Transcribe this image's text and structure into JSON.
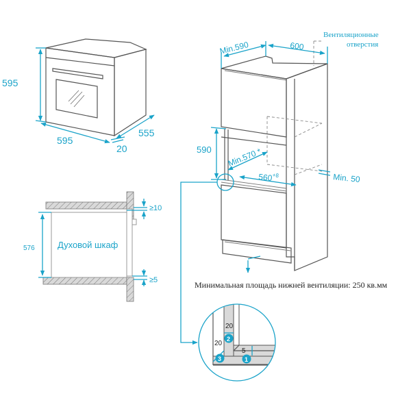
{
  "colors": {
    "accent": "#1aa3c9",
    "line": "#555555",
    "hatch_fill": "#d9d9d9",
    "text": "#222222"
  },
  "oven_view": {
    "height_label": "595",
    "width_label": "595",
    "depth_label": "555",
    "front_panel_label": "20"
  },
  "cabinet_view": {
    "min_width_label": "Min.590",
    "depth_label": "600",
    "vent_note_line1": "Вентиляционные",
    "vent_note_line2": "отверстия",
    "niche_height_label": "590",
    "niche_depth_label": "Min.570 *",
    "niche_width_label": "560",
    "niche_width_tolerance": "+8",
    "rear_gap_label": "Min. 50",
    "bottom_vent_note": "Минимальная площадь нижней вентиляции: 250 кв.мм"
  },
  "section_view": {
    "cabinet_label": "Духовой шкаф",
    "height_label": "576",
    "top_gap_label": "≥10",
    "bottom_gap_label": "≥5"
  },
  "detail_view": {
    "dim_top": "20",
    "dim_side": "20",
    "dim_bottom": "5",
    "markers": [
      "1",
      "2",
      "3"
    ]
  }
}
